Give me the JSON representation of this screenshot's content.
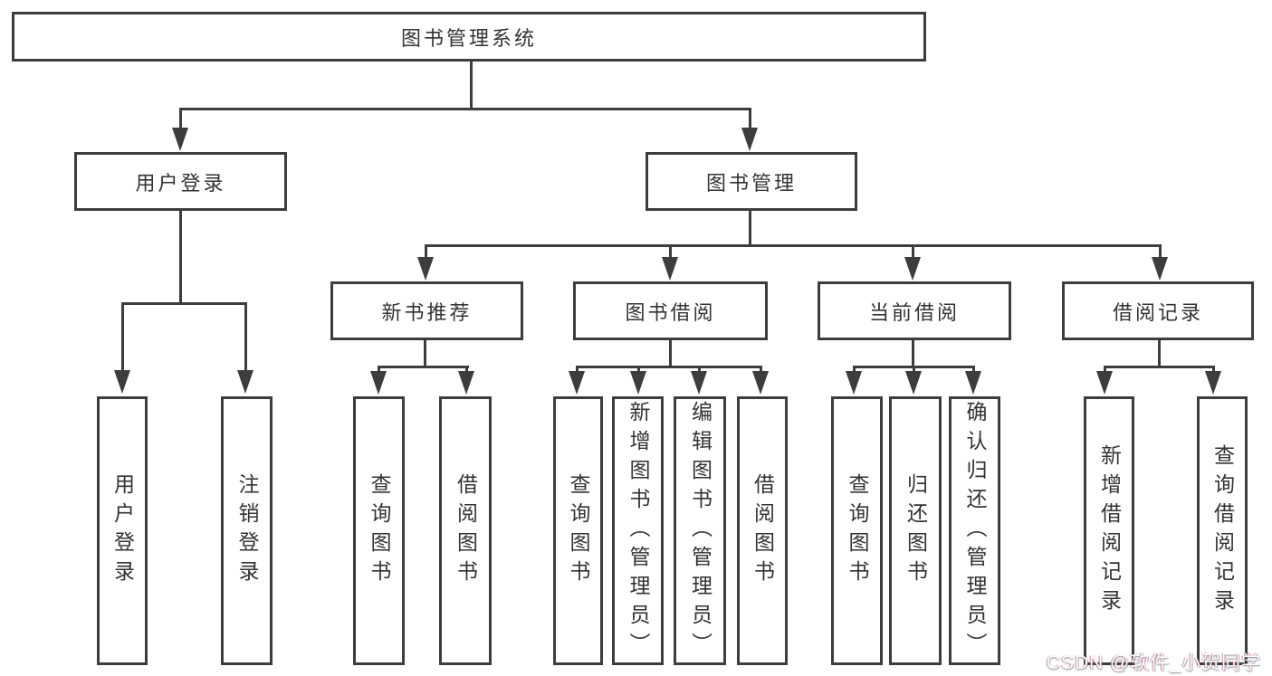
{
  "title": {
    "label": "图书管理系统"
  },
  "level2": [
    {
      "label": "用户登录"
    },
    {
      "label": "图书管理"
    }
  ],
  "level3": [
    {
      "label": "新书推荐"
    },
    {
      "label": "图书借阅"
    },
    {
      "label": "当前借阅"
    },
    {
      "label": "借阅记录"
    }
  ],
  "leaves": [
    {
      "label": "用户登录"
    },
    {
      "label": "注销登录"
    },
    {
      "label": "查询图书"
    },
    {
      "label": "借阅图书"
    },
    {
      "label": "查询图书"
    },
    {
      "label": "新增图书（管理员）"
    },
    {
      "label": "编辑图书（管理员）"
    },
    {
      "label": "借阅图书"
    },
    {
      "label": "查询图书"
    },
    {
      "label": "归还图书"
    },
    {
      "label": "确认归还（管理员）"
    },
    {
      "label": "新增借阅记录"
    },
    {
      "label": "查询借阅记录"
    }
  ],
  "watermark": "CSDN @软件_小贺同学",
  "colors": {
    "line": "#3d3d3d",
    "text": "#333333",
    "background": "#ffffff",
    "watermark": "#ffffff"
  }
}
